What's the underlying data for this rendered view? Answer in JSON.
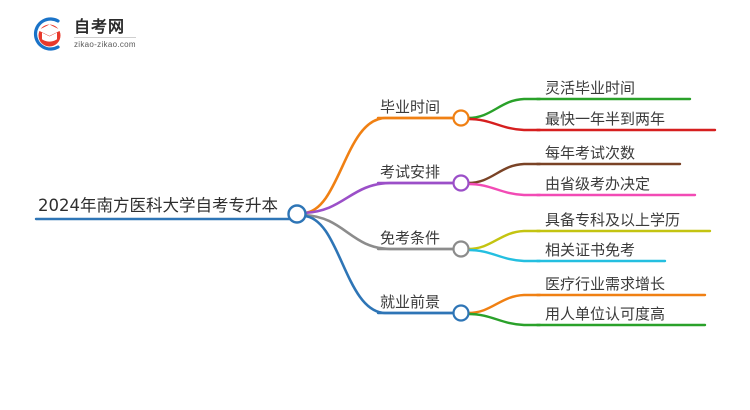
{
  "logo": {
    "name_cn": "自考网",
    "url": "zikao-zikao.com",
    "mark_icon": "graduation-cap-icon",
    "arc_color": "#1a73c8",
    "cap_color": "#e8392c"
  },
  "mindmap": {
    "type": "mindmap",
    "root": {
      "label": "2024年南方医科大学自考专升本",
      "color": "#2e75b6",
      "node_icon": "circle-node-icon"
    },
    "branches": [
      {
        "label": "毕业时间",
        "color": "#f08013",
        "children": [
          {
            "label": "灵活毕业时间",
            "color": "#2aa12a"
          },
          {
            "label": "最快一年半到两年",
            "color": "#d61f1f"
          }
        ]
      },
      {
        "label": "考试安排",
        "color": "#9b4fc8",
        "children": [
          {
            "label": "每年考试次数",
            "color": "#7a4326"
          },
          {
            "label": "由省级考办决定",
            "color": "#f24bb5"
          }
        ]
      },
      {
        "label": "免考条件",
        "color": "#8c8c8c",
        "children": [
          {
            "label": "具备专科及以上学历",
            "color": "#c4c411"
          },
          {
            "label": "相关证书免考",
            "color": "#24bfe0"
          }
        ]
      },
      {
        "label": "就业前景",
        "color": "#2e75b6",
        "children": [
          {
            "label": "医疗行业需求增长",
            "color": "#f08013"
          },
          {
            "label": "用人单位认可度高",
            "color": "#2aa12a"
          }
        ]
      }
    ]
  }
}
